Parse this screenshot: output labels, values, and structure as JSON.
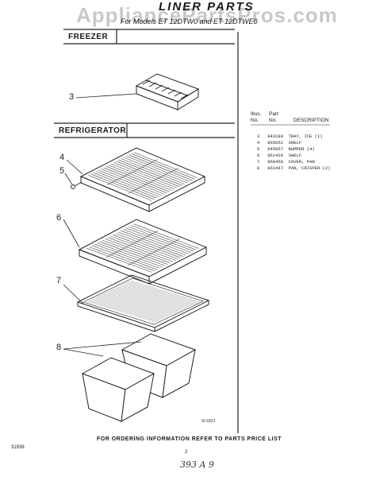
{
  "header": {
    "watermark": "AppliancePartsPros.com",
    "title": "LINER PARTS",
    "subtitle": "For Models ET 12DTW0 and ET 12DTWE0"
  },
  "sections": {
    "freezer": "FREEZER",
    "refrigerator": "REFRIGERATOR"
  },
  "callouts": [
    "3",
    "4",
    "5",
    "6",
    "7",
    "8"
  ],
  "parts_table": {
    "headers": {
      "illus_line1": "Illus.",
      "illus_line2": "No.",
      "part_line1": "Part",
      "part_line2": "No.",
      "description": "DESCRIPTION"
    },
    "rows": [
      {
        "illus": "3",
        "part": "843180",
        "desc": "TRAY, ICE (1)"
      },
      {
        "illus": "4",
        "part": "865052",
        "desc": "SHELF"
      },
      {
        "illus": "5",
        "part": "845057",
        "desc": "BUMPER (4)"
      },
      {
        "illus": "6",
        "part": "861426",
        "desc": "SHELF"
      },
      {
        "illus": "7",
        "part": "868458",
        "desc": "COVER, PAN"
      },
      {
        "illus": "8",
        "part": "861447",
        "desc": "PAN, CRISPER (2)"
      }
    ]
  },
  "footer": {
    "figure_code": "SI-1821",
    "ordering_info": "FOR ORDERING INFORMATION REFER TO PARTS PRICE LIST",
    "side_code": "31938",
    "page_number": "2",
    "handwritten_note": "393 A 9"
  }
}
